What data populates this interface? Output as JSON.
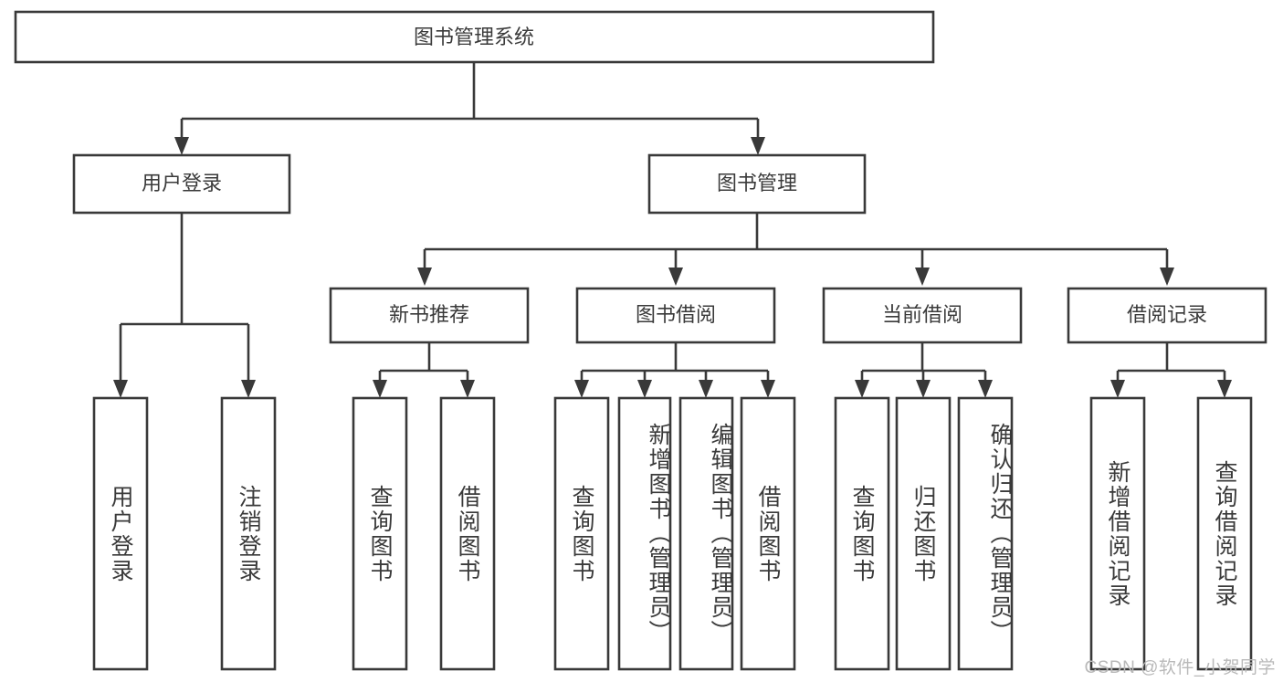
{
  "diagram": {
    "type": "tree-hierarchy",
    "orientation": "top-down",
    "watermark": "CSDN @软件_小贺同学",
    "root": {
      "label": "图书管理系统"
    },
    "level2": [
      {
        "label": "用户登录"
      },
      {
        "label": "图书管理"
      }
    ],
    "level3": [
      {
        "label": "新书推荐"
      },
      {
        "label": "图书借阅"
      },
      {
        "label": "当前借阅"
      },
      {
        "label": "借阅记录"
      }
    ],
    "leaves": {
      "user_login": [
        {
          "label": "用户登录"
        },
        {
          "label": "注销登录"
        }
      ],
      "new_book_recommend": [
        {
          "label": "查询图书"
        },
        {
          "label": "借阅图书"
        }
      ],
      "book_borrow": [
        {
          "label": "查询图书"
        },
        {
          "label": "新增图书（管理员）"
        },
        {
          "label": "编辑图书（管理员）"
        },
        {
          "label": "借阅图书"
        }
      ],
      "current_borrow": [
        {
          "label": "查询图书"
        },
        {
          "label": "归还图书"
        },
        {
          "label": "确认归还（管理员）"
        }
      ],
      "borrow_record": [
        {
          "label": "新增借阅记录"
        },
        {
          "label": "查询借阅记录"
        }
      ]
    },
    "colors": {
      "stroke": "#393939",
      "fill": "#ffffff",
      "text": "#3a3a3a",
      "watermark": "#b9b9b9"
    }
  }
}
